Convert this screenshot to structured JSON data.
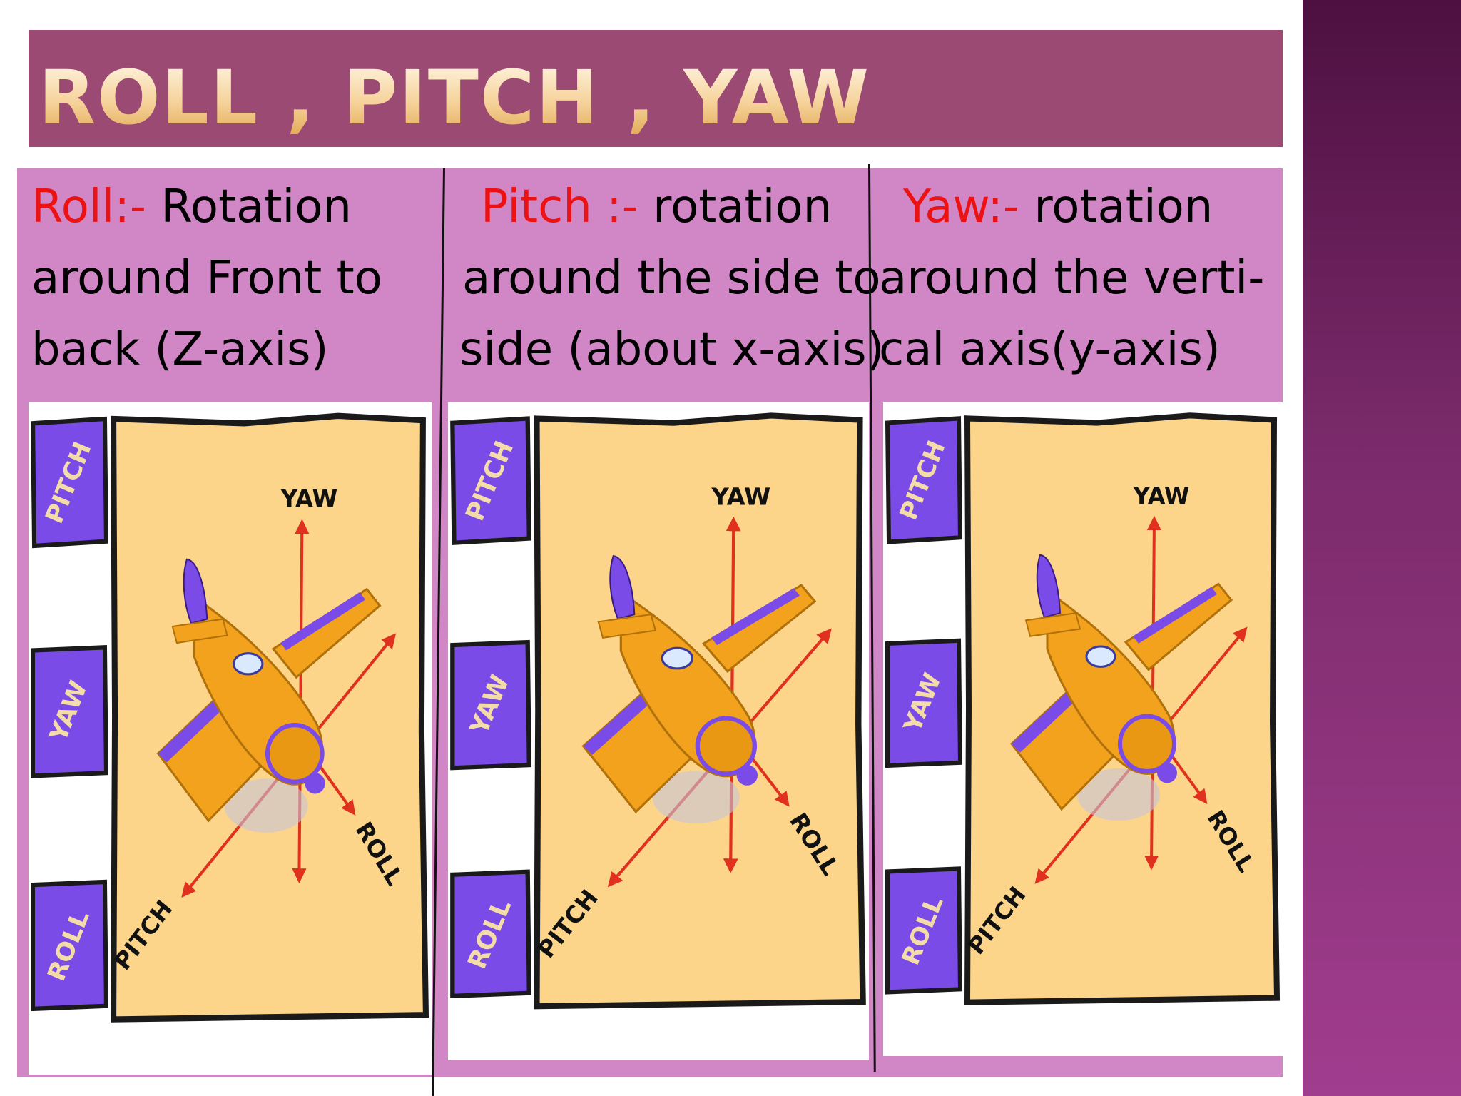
{
  "slide": {
    "title": "ROLL , PITCH , YAW",
    "panels": [
      {
        "term": "Roll:-",
        "lines": [
          " Rotation",
          " around Front to",
          "back (Z-axis)"
        ]
      },
      {
        "term": "Pitch :-",
        "lines": [
          " rotation",
          "around the side to",
          "side (about x-axis)"
        ]
      },
      {
        "term": "Yaw:-",
        "lines": [
          "   rotation",
          "around the verti-",
          "cal axis(y-axis)"
        ]
      }
    ],
    "illustration": {
      "pad_labels": [
        "PITCH",
        "YAW",
        "ROLL"
      ],
      "axis_labels": {
        "yaw": "YAW",
        "roll": "ROLL",
        "pitch": "PITCH"
      }
    }
  },
  "colors": {
    "title_bar": "#9b4a73",
    "content_bg": "#d187c6",
    "term": "#ee1111",
    "pad": "#7b4be8",
    "card": "#fcd58a",
    "plane": "#f2a21c",
    "axis": "#e0301e"
  }
}
